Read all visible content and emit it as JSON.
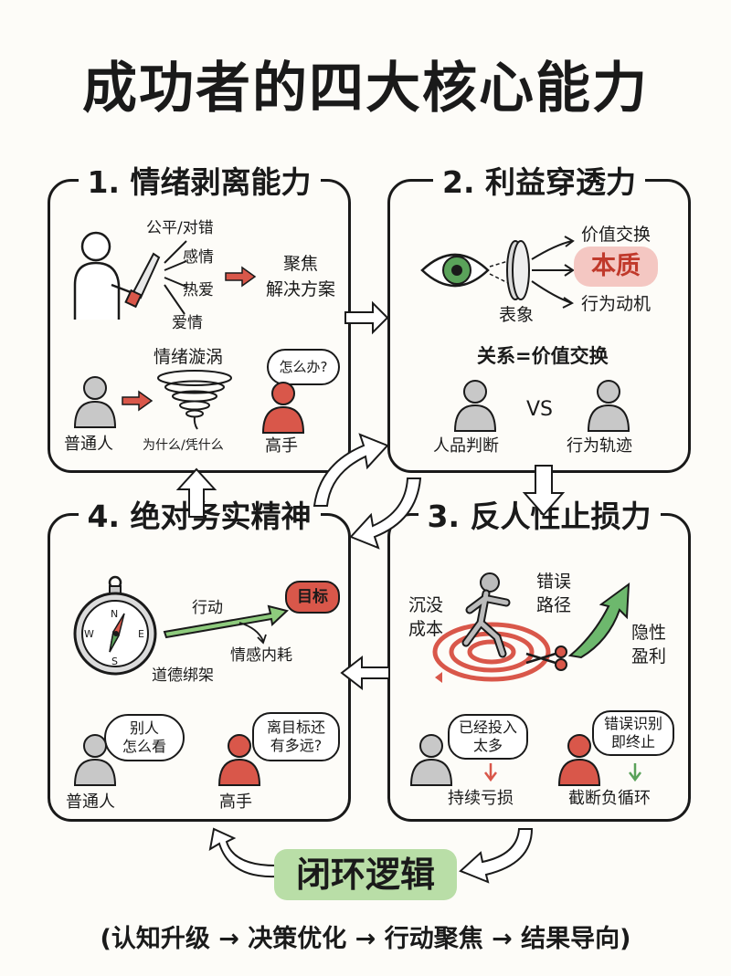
{
  "title": "成功者的四大核心能力",
  "boxes": {
    "b1": {
      "title": "1. 情绪剥离能力",
      "rays": [
        "公平/对错",
        "感情",
        "热爱",
        "爱情"
      ],
      "focus": [
        "聚焦",
        "解决方案"
      ],
      "vortex_label": "情绪漩涡",
      "ordinary": "普通人",
      "why": "为什么/凭什么",
      "expert": "高手",
      "expert_bubble": "怎么办?"
    },
    "b2": {
      "title": "2. 利益穿透力",
      "out_top": "价值交换",
      "essence": "本质",
      "out_bottom": "行为动机",
      "surface": "表象",
      "relation": "关系=价值交换",
      "left_caption": "人品判断",
      "vs": "VS",
      "right_caption": "行为轨迹"
    },
    "b3": {
      "title": "3. 反人性止损力",
      "sunk": [
        "沉没",
        "成本"
      ],
      "wrong_path": [
        "错误",
        "路径"
      ],
      "hidden_profit": [
        "隐性",
        "盈利"
      ],
      "left_bubble": [
        "已经投入",
        "太多"
      ],
      "left_caption": "持续亏损",
      "right_bubble": [
        "错误识别",
        "即终止"
      ],
      "right_caption": "截断负循环"
    },
    "b4": {
      "title": "4. 绝对务实精神",
      "compass_letters": [
        "N",
        "E",
        "S",
        "W"
      ],
      "action": "行动",
      "goal": "目标",
      "inner": "情感内耗",
      "moral": "道德绑架",
      "left_bubble": [
        "别人",
        "怎么看"
      ],
      "left_caption": "普通人",
      "right_bubble": [
        "离目标还",
        "有多远?"
      ],
      "right_caption": "高手"
    }
  },
  "loop_label": "闭环逻辑",
  "chain": "(认知升级 → 决策优化 → 行动聚焦 → 结果导向)",
  "colors": {
    "red": "#d9574a",
    "pink": "#f4c7c2",
    "green": "#5aa25a",
    "light_green": "#b9dea7",
    "gray": "#c8c8c8",
    "ink": "#1a1a1a"
  }
}
